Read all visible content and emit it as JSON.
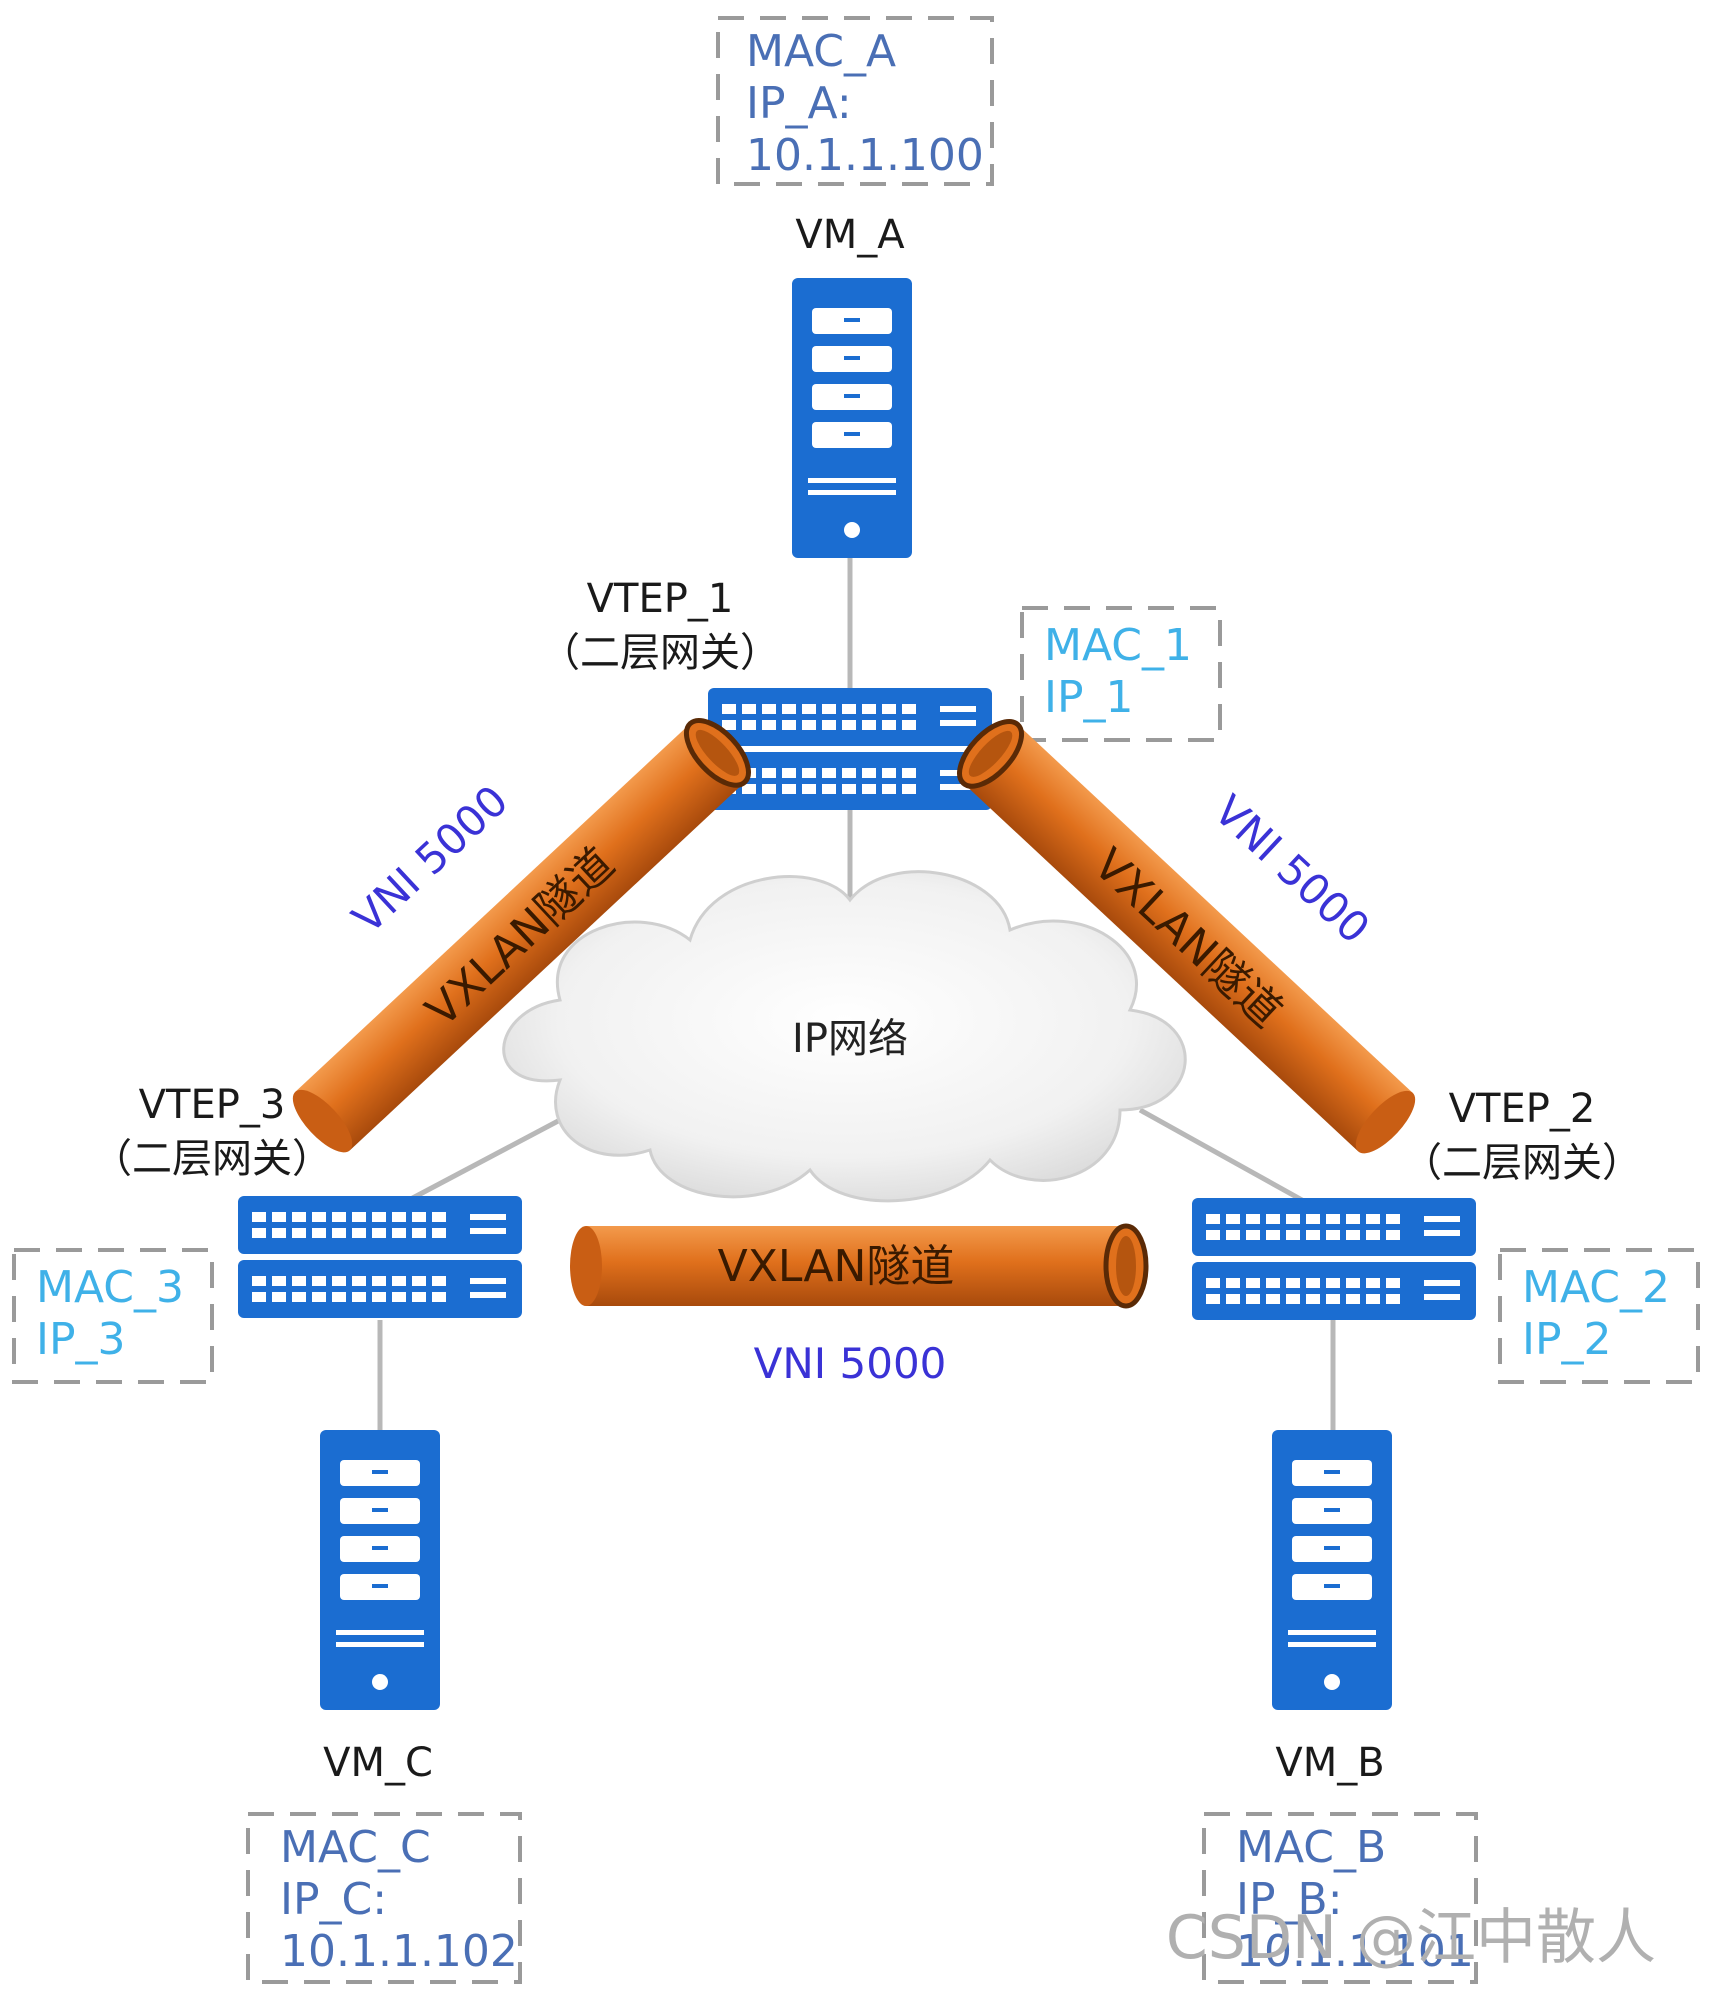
{
  "vms": {
    "a": {
      "name": "VM_A",
      "mac": "MAC_A",
      "ip_label": "IP_A:",
      "ip": "10.1.1.100"
    },
    "b": {
      "name": "VM_B",
      "mac": "MAC_B",
      "ip_label": "IP_B:",
      "ip": "10.1.1.101"
    },
    "c": {
      "name": "VM_C",
      "mac": "MAC_C",
      "ip_label": "IP_C:",
      "ip": "10.1.1.102"
    }
  },
  "vteps": {
    "v1": {
      "name": "VTEP_1",
      "role": "（二层网关）",
      "mac": "MAC_1",
      "ip": "IP_1"
    },
    "v2": {
      "name": "VTEP_2",
      "role": "（二层网关）",
      "mac": "MAC_2",
      "ip": "IP_2"
    },
    "v3": {
      "name": "VTEP_3",
      "role": "（二层网关）",
      "mac": "MAC_3",
      "ip": "IP_3"
    }
  },
  "tunnels": {
    "left": {
      "label": "VXLAN隧道",
      "vni": "VNI 5000"
    },
    "right": {
      "label": "VXLAN隧道",
      "vni": "VNI 5000"
    },
    "bottom": {
      "label": "VXLAN隧道",
      "vni": "VNI 5000"
    }
  },
  "cloud": {
    "label": "IP网络"
  },
  "watermark": "CSDN @江中散人",
  "colors": {
    "device_blue": "#1b6dd1",
    "tunnel_orange": "#e0701c",
    "vm_info_text": "#4a6fb5",
    "vtep_info_text": "#3fb1e8",
    "vni_text": "#3a32d6"
  }
}
